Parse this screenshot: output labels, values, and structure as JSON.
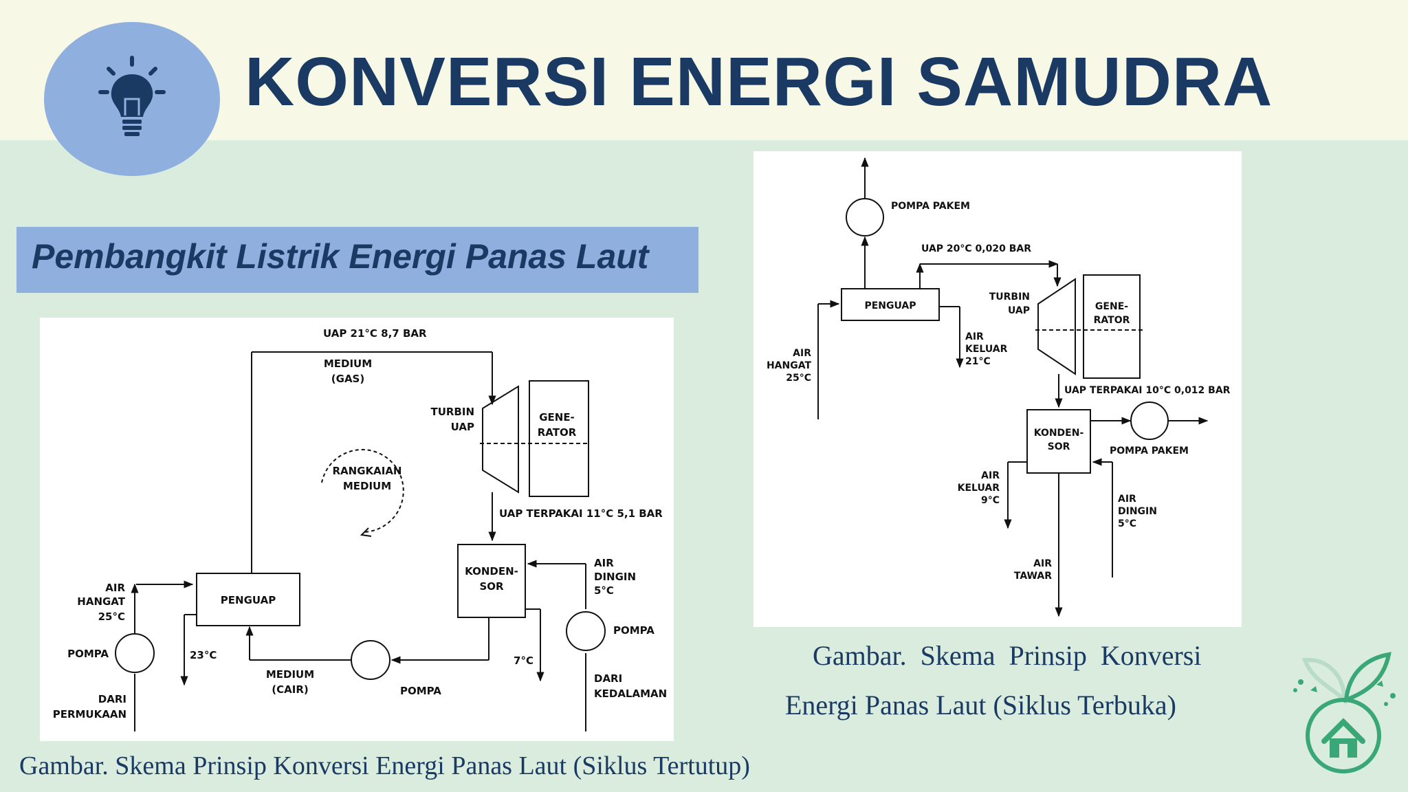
{
  "title": "KONVERSI ENERGI SAMUDRA",
  "subtitle": "Pembangkit Listrik Energi Panas Laut",
  "icons": {
    "header": "lightbulb-icon",
    "corner": "eco-home-icon"
  },
  "colors": {
    "title": "#1a3a63",
    "accent": "#8fb0df",
    "background": "#d9ecdd",
    "header_band": "#f8f8e6",
    "logo_green": "#3aa777"
  },
  "closed_cycle": {
    "caption": "Gambar. Skema Prinsip Konversi Energi Panas Laut (Siklus Tertutup)",
    "labels": {
      "uap": "UAP 21°C 8,7 BAR",
      "medium_gas_1": "MEDIUM",
      "medium_gas_2": "(GAS)",
      "turbin_1": "TURBIN",
      "turbin_2": "UAP",
      "generator_1": "GENE-",
      "generator_2": "RATOR",
      "rangkaian_1": "RANGKAIAN",
      "rangkaian_2": "MEDIUM",
      "uap_terpakai": "UAP TERPAKAI 11°C 5,1 BAR",
      "kondensor_1": "KONDEN-",
      "kondensor_2": "SOR",
      "air_dingin_1": "AIR",
      "air_dingin_2": "DINGIN",
      "air_dingin_3": "5°C",
      "pompa_right": "POMPA",
      "dari_kedalaman_1": "DARI",
      "dari_kedalaman_2": "KEDALAMAN",
      "out_7c": "7°C",
      "pompa_mid": "POMPA",
      "medium_cair_1": "MEDIUM",
      "medium_cair_2": "(CAIR)",
      "penguap": "PENGUAP",
      "air_hangat_1": "AIR",
      "air_hangat_2": "HANGAT",
      "air_hangat_3": "25°C",
      "out_23c": "23°C",
      "pompa_left": "POMPA",
      "dari_permukaan_1": "DARI",
      "dari_permukaan_2": "PERMUKAAN"
    }
  },
  "open_cycle": {
    "caption_line1": "Gambar.  Skema  Prinsip  Konversi",
    "caption_line2": "Energi Panas Laut (Siklus Terbuka)",
    "labels": {
      "pompa_pakem_top": "POMPA PAKEM",
      "uap": "UAP 20°C 0,020 BAR",
      "penguap": "PENGUAP",
      "turbin_1": "TURBIN",
      "turbin_2": "UAP",
      "generator_1": "GENE-",
      "generator_2": "RATOR",
      "air_keluar_1": "AIR",
      "air_keluar_2": "KELUAR",
      "air_keluar_3": "21°C",
      "air_hangat_1": "AIR",
      "air_hangat_2": "HANGAT",
      "air_hangat_3": "25°C",
      "uap_terpakai": "UAP TERPAKAI 10°C 0,012 BAR",
      "kondensor_1": "KONDEN-",
      "kondensor_2": "SOR",
      "pompa_pakem_right": "POMPA PAKEM",
      "air_keluar9_1": "AIR",
      "air_keluar9_2": "KELUAR",
      "air_keluar9_3": "9°C",
      "air_dingin_1": "AIR",
      "air_dingin_2": "DINGIN",
      "air_dingin_3": "5°C",
      "air_tawar_1": "AIR",
      "air_tawar_2": "TAWAR"
    }
  }
}
